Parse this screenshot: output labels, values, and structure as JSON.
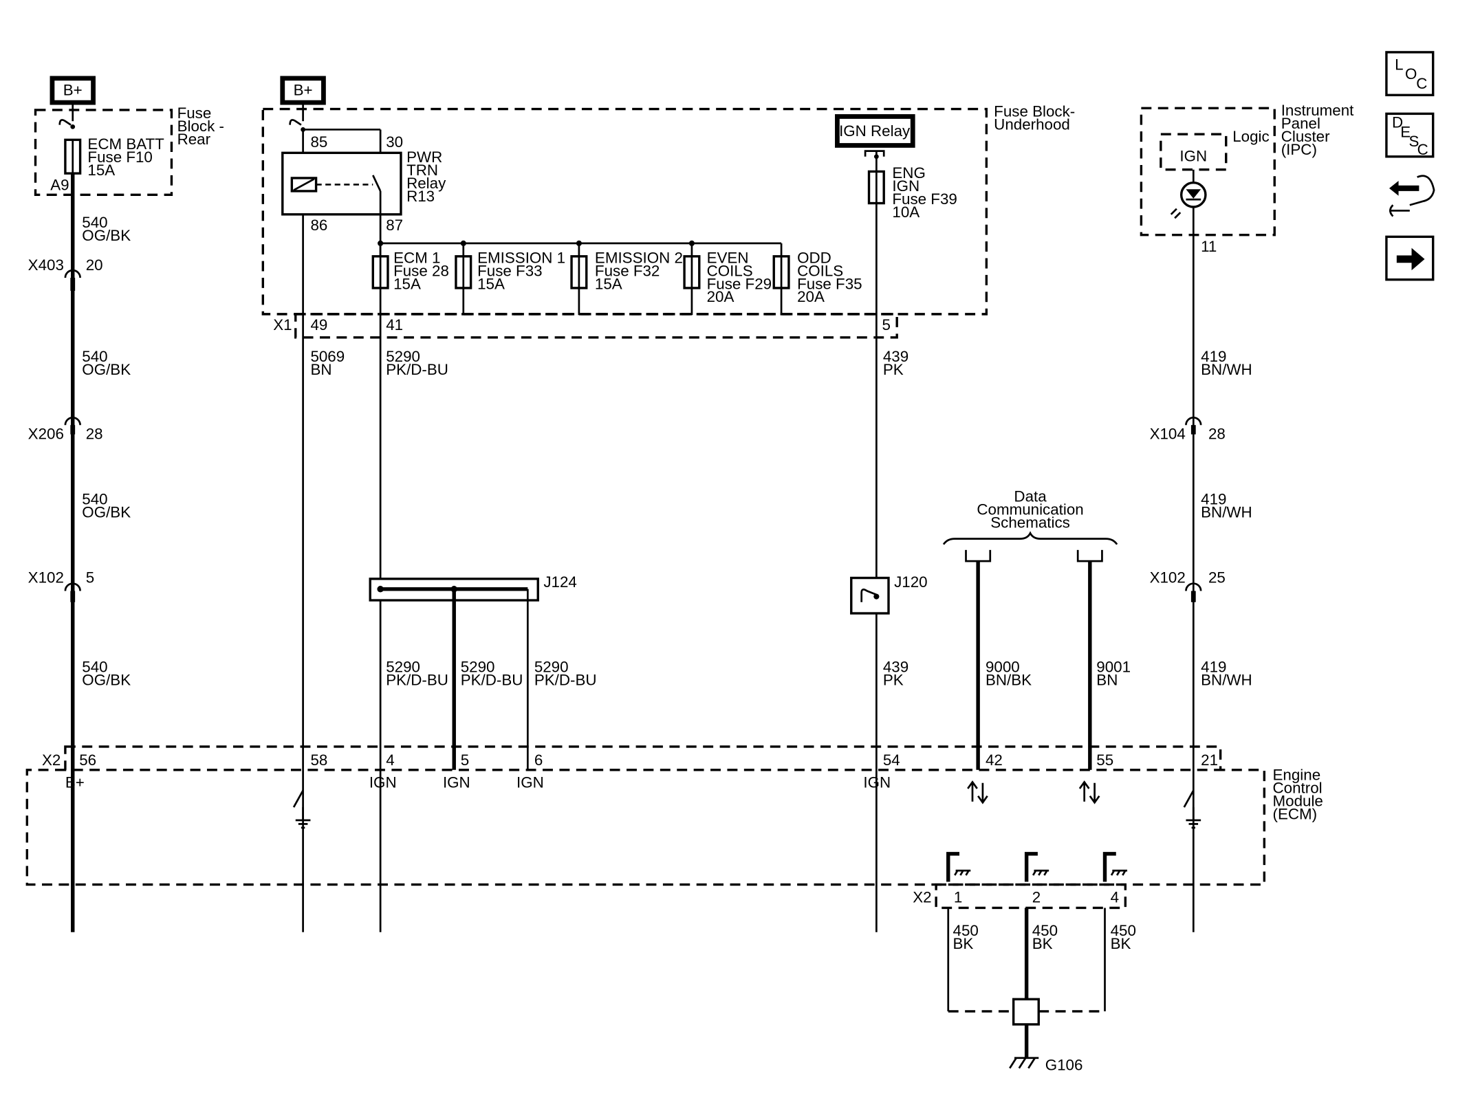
{
  "sources": {
    "b_plus_left": "B+",
    "b_plus_mid": "B+",
    "ign_relay": "IGN Relay"
  },
  "fuse_block_rear": {
    "label": [
      "Fuse",
      "Block -",
      "Rear"
    ],
    "fuse": [
      "ECM BATT",
      "Fuse F10",
      "15A"
    ],
    "terminal": "A9"
  },
  "fuse_block_underhood": {
    "label": [
      "Fuse Block-",
      "Underhood"
    ],
    "relay": [
      "PWR",
      "TRN",
      "Relay",
      "R13"
    ],
    "relay_pins": {
      "p85": "85",
      "p30": "30",
      "p86": "86",
      "p87": "87"
    },
    "fuses": [
      {
        "lines": [
          "ECM 1",
          "Fuse 28",
          "15A"
        ]
      },
      {
        "lines": [
          "EMISSION 1",
          "Fuse F33",
          "15A"
        ]
      },
      {
        "lines": [
          "EMISSION 2",
          "Fuse F32",
          "15A"
        ]
      },
      {
        "lines": [
          "EVEN",
          "COILS",
          "Fuse F29",
          "20A"
        ]
      },
      {
        "lines": [
          "ODD",
          "COILS",
          "Fuse F35",
          "20A"
        ]
      }
    ],
    "eng_ign_fuse": [
      "ENG",
      "IGN",
      "Fuse F39",
      "10A"
    ],
    "connector": "X1",
    "pins": [
      "49",
      "41",
      "5"
    ]
  },
  "ipc": {
    "label": [
      "Instrument",
      "Panel",
      "Cluster",
      "(IPC)"
    ],
    "logic": "Logic",
    "ign": "IGN",
    "pin": "11"
  },
  "side_icons": {
    "loc": [
      "L",
      "O",
      "C"
    ],
    "desc": [
      "D",
      "E",
      "S",
      "C"
    ],
    "icons": [
      "connector-swap-icon",
      "next-arrow-icon"
    ]
  },
  "wires": {
    "w540": [
      "540",
      "OG/BK"
    ],
    "w5069": [
      "5069",
      "BN"
    ],
    "w5290": [
      "5290",
      "PK/D-BU"
    ],
    "w439": [
      "439",
      "PK"
    ],
    "w419": [
      "419",
      "BN/WH"
    ],
    "w9000": [
      "9000",
      "BN/BK"
    ],
    "w9001": [
      "9001",
      "BN"
    ],
    "w450": [
      "450",
      "BK"
    ]
  },
  "inline_connectors": [
    {
      "name": "X403",
      "pin": "20"
    },
    {
      "name": "X206",
      "pin": "28"
    },
    {
      "name": "X102",
      "pin": "5"
    },
    {
      "name": "X104",
      "pin": "28"
    },
    {
      "name": "X102",
      "pin": "25"
    }
  ],
  "splices": {
    "j124": "J124",
    "j120": "J120"
  },
  "data_comm": [
    "Data",
    "Communication",
    "Schematics"
  ],
  "ecm": {
    "label": [
      "Engine",
      "Control",
      "Module",
      "(ECM)"
    ],
    "connector": "X2",
    "pins": [
      "56",
      "58",
      "4",
      "5",
      "6",
      "54",
      "42",
      "55",
      "21"
    ],
    "pin_labels": [
      "B+",
      "IGN",
      "IGN",
      "IGN",
      "IGN"
    ],
    "ground_connector": "X2",
    "ground_pins": [
      "1",
      "2",
      "4"
    ]
  },
  "ground": "G106"
}
